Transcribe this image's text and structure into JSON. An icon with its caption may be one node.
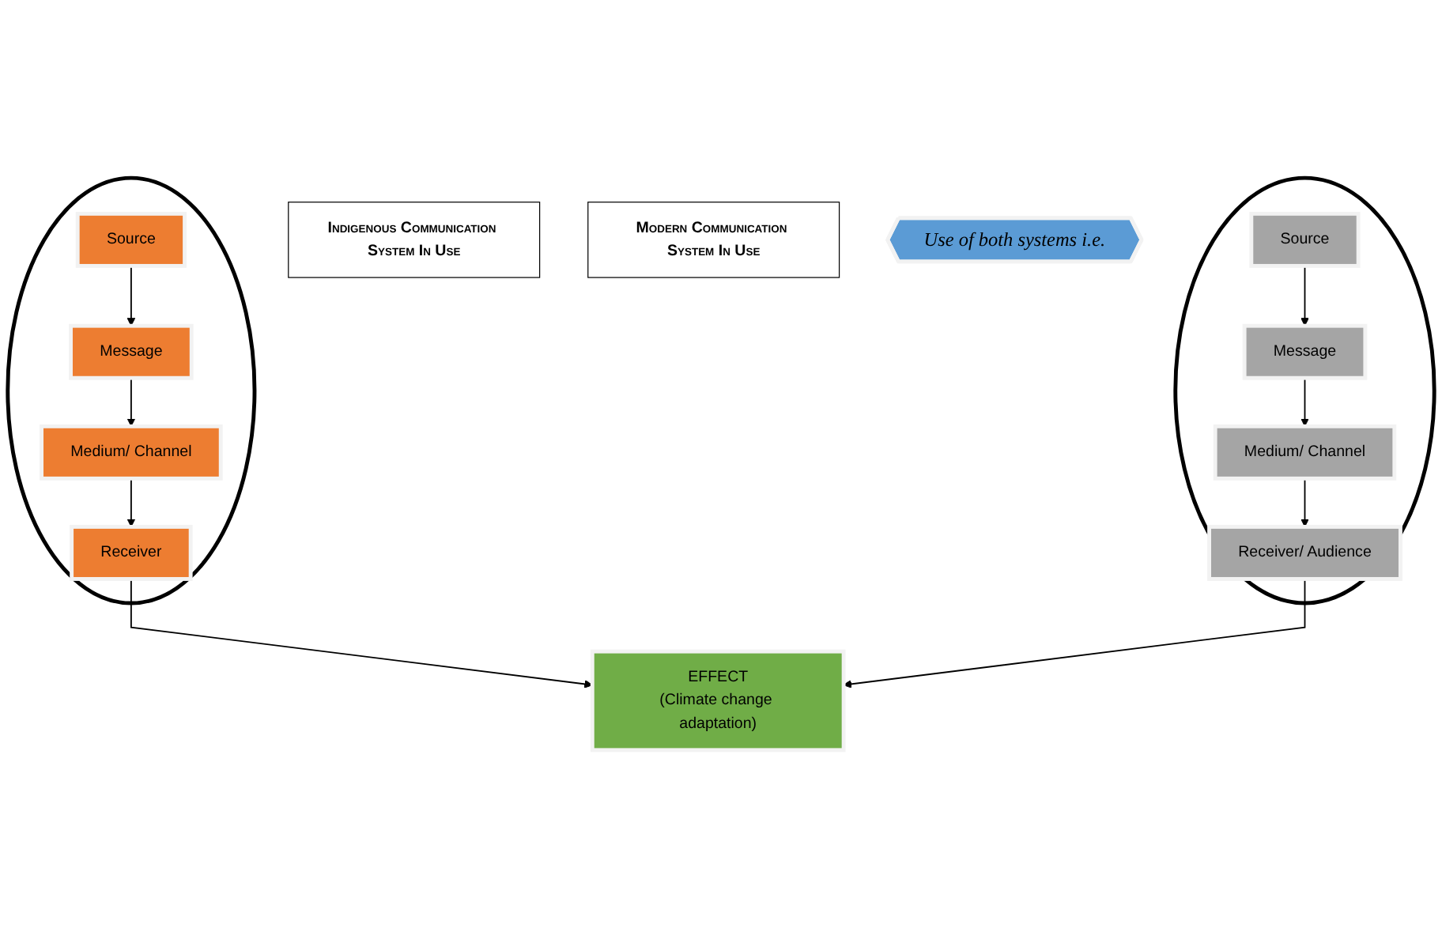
{
  "diagram": {
    "nodes": [
      {
        "text": [
          "Indigenous Communication System In Use"
        ]
      },
      {
        "text": [
          "Modern Communication System In Use"
        ]
      },
      {
        "text": [],
        "shape": "ellipse"
      },
      {
        "text": [
          "Source"
        ],
        "in": 2
      },
      {
        "text": [
          "Message"
        ],
        "in": 2
      },
      {
        "text": [
          "Medium/ Channel"
        ],
        "in": 2
      },
      {
        "text": [
          "Receiver"
        ],
        "in": 2
      },
      {
        "text": [
          "Use of both systems i.e."
        ]
      },
      {
        "text": [],
        "shape": "ellipse"
      },
      {
        "text": [
          "Source"
        ],
        "in": 8
      },
      {
        "text": [
          "Message"
        ],
        "in": 8
      },
      {
        "text": [
          "Medium/ Channel"
        ],
        "in": 8
      },
      {
        "text": [
          "Receiver/ Audience"
        ],
        "in": 8
      },
      {
        "text": [
          "EFFECT",
          "(Climate change adaptation)"
        ]
      }
    ],
    "edges": [
      {
        "from": 3,
        "to": 4,
        "arrow": "to"
      },
      {
        "from": 4,
        "to": 5,
        "arrow": "to"
      },
      {
        "from": 5,
        "to": 6,
        "arrow": "to"
      },
      {
        "from": 6,
        "to": 13,
        "arrow": "to"
      },
      {
        "from": 9,
        "to": 10,
        "arrow": "to"
      },
      {
        "from": 10,
        "to": 11,
        "arrow": "to"
      },
      {
        "from": 11,
        "to": 12,
        "arrow": "to"
      },
      {
        "from": 12,
        "to": 13,
        "arrow": "to"
      }
    ]
  }
}
